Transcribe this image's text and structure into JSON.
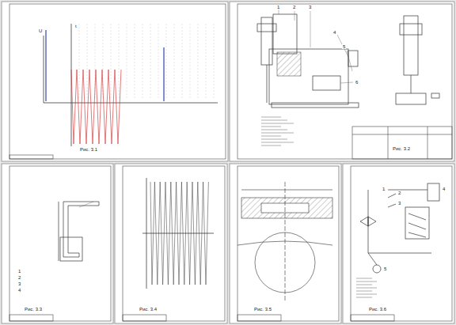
{
  "diagram": {
    "labels": [
      "Рис. 3.1",
      "t",
      "U",
      "1",
      "2",
      "3",
      "4",
      "5",
      "6",
      "Рис. 3.2",
      "Рис. 3.3",
      "1",
      "2",
      "3",
      "4",
      "Рис. 3.4",
      "Рис. 3.5",
      "Рис. 3.6",
      "1",
      "2",
      "3",
      "4",
      "5"
    ]
  }
}
